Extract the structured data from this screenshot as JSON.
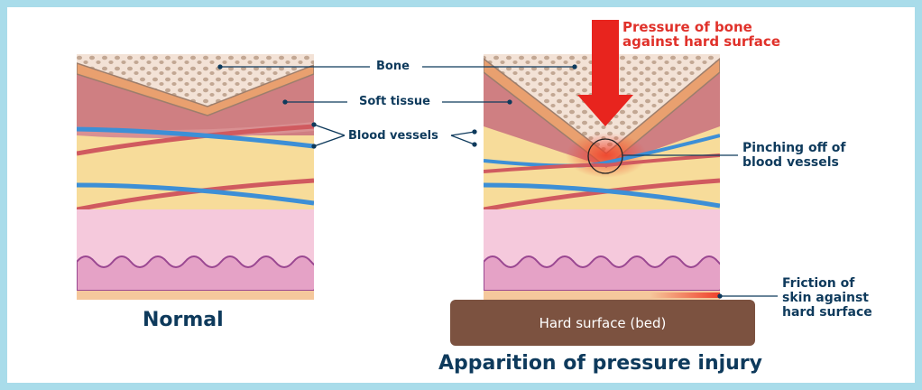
{
  "labels": {
    "bone": "Bone",
    "soft_tissue": "Soft tissue",
    "blood_vessels": "Blood vessels",
    "pressure_line1": "Pressure of bone",
    "pressure_line2": "against hard surface",
    "pinching_line1": "Pinching off of",
    "pinching_line2": "blood vessels",
    "friction_line1": "Friction of",
    "friction_line2": "skin against",
    "friction_line3": "hard surface",
    "hard_surface": "Hard surface (bed)"
  },
  "captions": {
    "normal": "Normal",
    "injury": "Apparition of pressure injury"
  },
  "colors": {
    "frame": "#a9dcea",
    "label": "#0e3a5c",
    "accent_red": "#e0312a",
    "bed": "#7c5240"
  }
}
